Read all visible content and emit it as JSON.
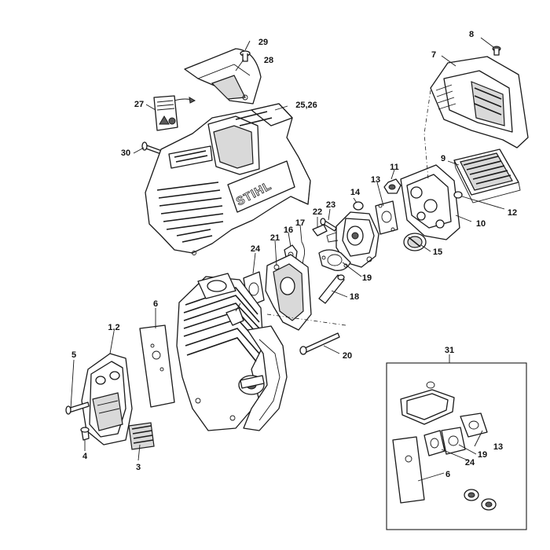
{
  "diagram": {
    "brand_text": "STIHL",
    "callouts": {
      "c29": "29",
      "c28": "28",
      "c27": "27",
      "c30": "30",
      "c25_26": "25,26",
      "c8": "8",
      "c7": "7",
      "c9": "9",
      "c11": "11",
      "c13": "13",
      "c14": "14",
      "c12": "12",
      "c10": "10",
      "c22": "22",
      "c23": "23",
      "c17": "17",
      "c16": "16",
      "c21": "21",
      "c24": "24",
      "c15": "15",
      "c19": "19",
      "c18": "18",
      "c6": "6",
      "c1_2": "1,2",
      "c20": "20",
      "c5": "5",
      "c4": "4",
      "c3": "3",
      "c31": "31",
      "k13": "13",
      "k19": "19",
      "k24": "24",
      "k6": "6"
    }
  }
}
